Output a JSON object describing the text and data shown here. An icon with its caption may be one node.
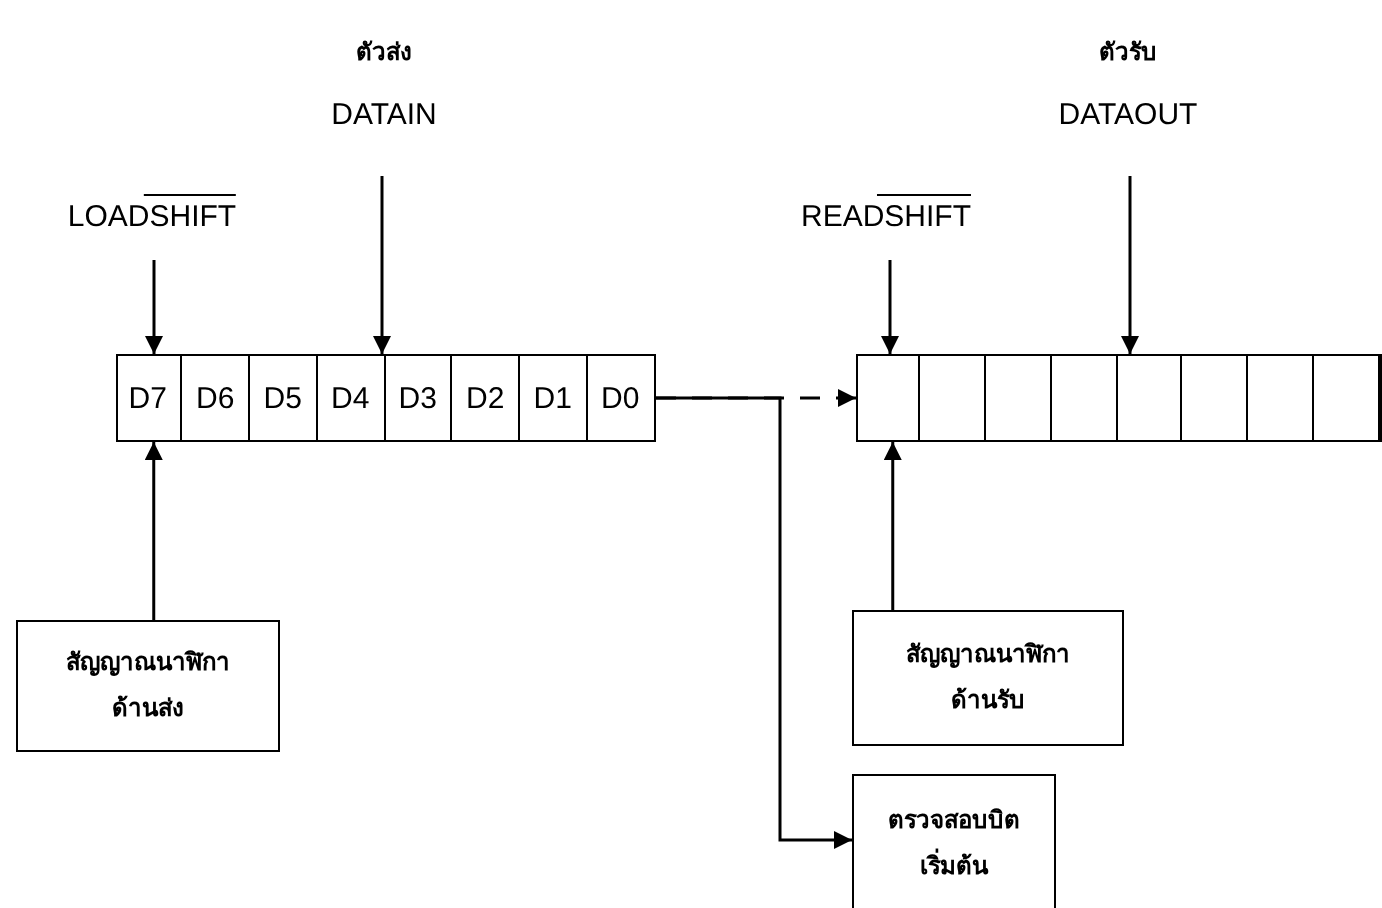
{
  "diagram": {
    "nodes": [
      {
        "text": [],
        "shape": "box"
      },
      {
        "text": [
          "D7"
        ],
        "in": 0
      },
      {
        "text": [
          "D6"
        ],
        "in": 0
      },
      {
        "text": [
          "D5"
        ],
        "in": 0
      },
      {
        "text": [
          "D4"
        ],
        "in": 0
      },
      {
        "text": [
          "D3"
        ],
        "in": 0
      },
      {
        "text": [
          "D2"
        ],
        "in": 0
      },
      {
        "text": [
          "D1"
        ],
        "in": 0
      },
      {
        "text": [
          "D0"
        ],
        "in": 0
      },
      {
        "text": [],
        "shape": "box"
      },
      {
        "text": [],
        "shape": "box",
        "in": 9
      },
      {
        "text": [],
        "shape": "box",
        "in": 9
      },
      {
        "text": [],
        "shape": "box",
        "in": 9
      },
      {
        "text": [],
        "shape": "box",
        "in": 9
      },
      {
        "text": [],
        "shape": "box",
        "in": 9
      },
      {
        "text": [],
        "shape": "box",
        "in": 9
      },
      {
        "text": [],
        "shape": "box",
        "in": 9
      },
      {
        "text": [],
        "shape": "box",
        "in": 9
      },
      {
        "text": [
          "ตัวส่ง",
          "DATAIN"
        ]
      },
      {
        "text": [
          "LOADSHIFT"
        ]
      },
      {
        "text": [
          "READSHIFT"
        ]
      },
      {
        "text": [
          "ตัวรับ",
          "DATAOUT"
        ]
      },
      {
        "text": [
          "สัญญาณนาฬิกาด้านส่ง"
        ]
      },
      {
        "text": [
          "สัญญาณนาฬิกาด้านรับ"
        ]
      },
      {
        "text": [
          "ตรวจสอบบิตเริ่มต้น"
        ]
      }
    ],
    "edges": [
      {
        "from": 18,
        "to": 0,
        "arrow": "to"
      },
      {
        "from": 19,
        "to": 1,
        "arrow": "to"
      },
      {
        "from": 22,
        "to": 1,
        "arrow": "to"
      },
      {
        "from": 8,
        "to": 9,
        "arrow": "to",
        "style": "dashed"
      },
      {
        "from": 8,
        "to": 24,
        "arrow": "to"
      },
      {
        "from": 20,
        "to": 10,
        "arrow": "to"
      },
      {
        "from": 21,
        "to": 9,
        "arrow": "to"
      },
      {
        "from": 23,
        "to": 10,
        "arrow": "to"
      }
    ]
  }
}
